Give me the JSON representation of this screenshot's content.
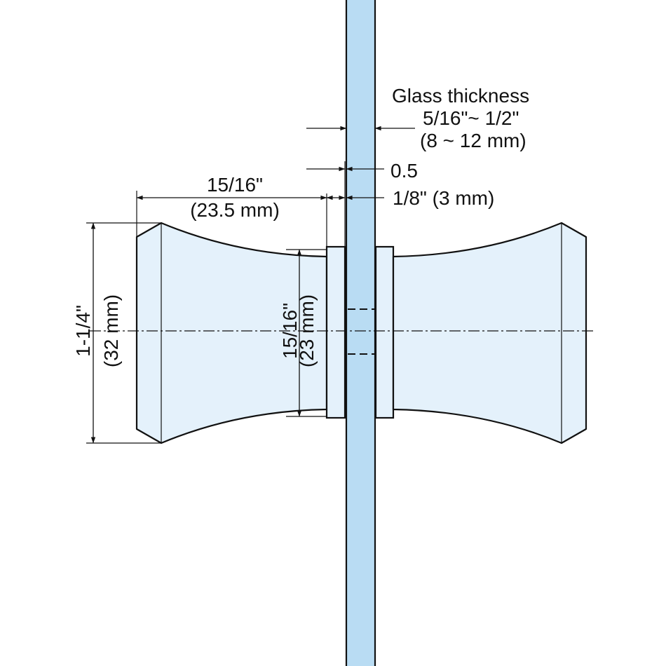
{
  "colors": {
    "glass": "#b9dcf3",
    "knob": "#e4f1fb",
    "line": "#111111",
    "background": "#ffffff"
  },
  "glass_thickness": {
    "title": "Glass thickness",
    "imperial": "5/16\"~ 1/2\"",
    "metric": "(8 ~ 12 mm)"
  },
  "gap": {
    "value": "0.5"
  },
  "washer": {
    "value": "1/8\" (3 mm)"
  },
  "knob_length": {
    "imperial": "15/16\"",
    "metric": "(23.5 mm)"
  },
  "knob_diameter": {
    "imperial": "1-1/4\"",
    "metric": "(32 mm)"
  },
  "neck_diameter": {
    "imperial": "15/16\"",
    "metric": "(23 mm)"
  }
}
